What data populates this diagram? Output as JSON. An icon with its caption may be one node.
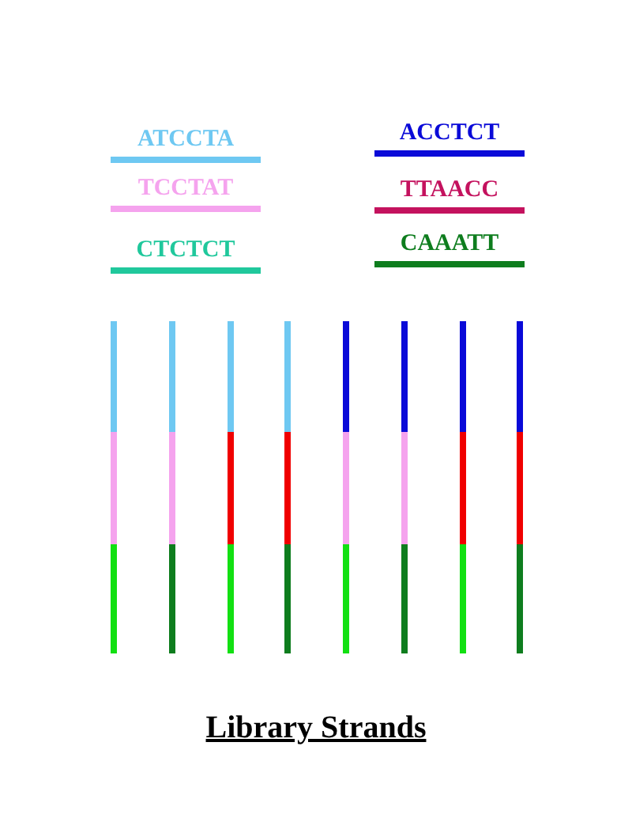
{
  "diagram": {
    "title": "Library Strands",
    "legend": [
      {
        "text": "ATCCTA",
        "color": "#6ec8f2"
      },
      {
        "text": "TCCTAT",
        "color": "#f5a3ee"
      },
      {
        "text": "CTCTCT",
        "color": "#20c89c"
      },
      {
        "text": "ACCTCT",
        "color": "#0a0ad8"
      },
      {
        "text": "TTAACC",
        "color": "#c4125e"
      },
      {
        "text": "CAAATT",
        "color": "#0e7d1e"
      }
    ]
  }
}
